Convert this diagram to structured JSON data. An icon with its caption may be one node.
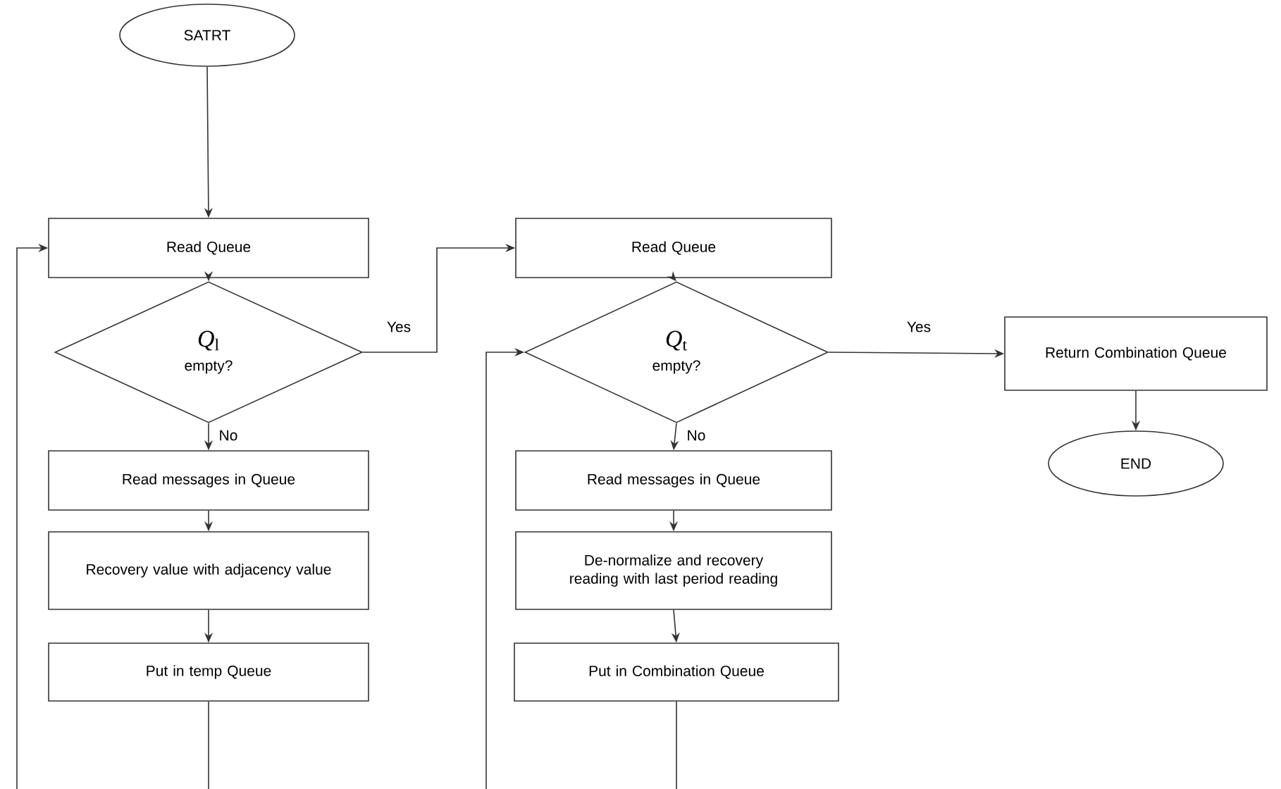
{
  "diagram": {
    "nodes": [
      {
        "text": [
          "SATRT"
        ]
      },
      {
        "text": [
          "Read Queue"
        ]
      },
      {
        "text": [
          "*Q*$_{l}$",
          "empty?"
        ]
      },
      {
        "text": [
          "Read messages in Queue"
        ]
      },
      {
        "text": [
          "Recovery value with adjacency value"
        ]
      },
      {
        "text": [
          "Put in temp Queue"
        ]
      },
      {
        "text": [
          "Read Queue"
        ]
      },
      {
        "text": [
          "*Q*$_{t}$",
          "empty?"
        ]
      },
      {
        "text": [
          "Read messages in Queue"
        ]
      },
      {
        "text": [
          "De-normalize and recovery reading with last period reading"
        ]
      },
      {
        "text": [
          "Put in Combination Queue"
        ]
      },
      {
        "text": [
          "Return Combination Queue"
        ]
      },
      {
        "text": [
          "END"
        ]
      }
    ],
    "edges": [
      {
        "from": 0,
        "to": 1,
        "arrow": "to"
      },
      {
        "from": 1,
        "to": 2,
        "arrow": "to"
      },
      {
        "from": 2,
        "to": 3,
        "arrow": "to",
        "label": "No"
      },
      {
        "from": 3,
        "to": 4,
        "arrow": "to"
      },
      {
        "from": 4,
        "to": 5,
        "arrow": "to"
      },
      {
        "from": 5,
        "to": 1,
        "arrow": "to"
      },
      {
        "from": 2,
        "to": 6,
        "arrow": "to",
        "label": "Yes"
      },
      {
        "from": 6,
        "to": 7,
        "arrow": "to"
      },
      {
        "from": 7,
        "to": 8,
        "arrow": "to",
        "label": "No"
      },
      {
        "from": 8,
        "to": 9,
        "arrow": "to"
      },
      {
        "from": 9,
        "to": 10,
        "arrow": "to"
      },
      {
        "from": 10,
        "to": 7,
        "arrow": "to"
      },
      {
        "from": 7,
        "to": 11,
        "arrow": "to",
        "label": "Yes"
      },
      {
        "from": 11,
        "to": 12,
        "arrow": "to"
      }
    ]
  }
}
